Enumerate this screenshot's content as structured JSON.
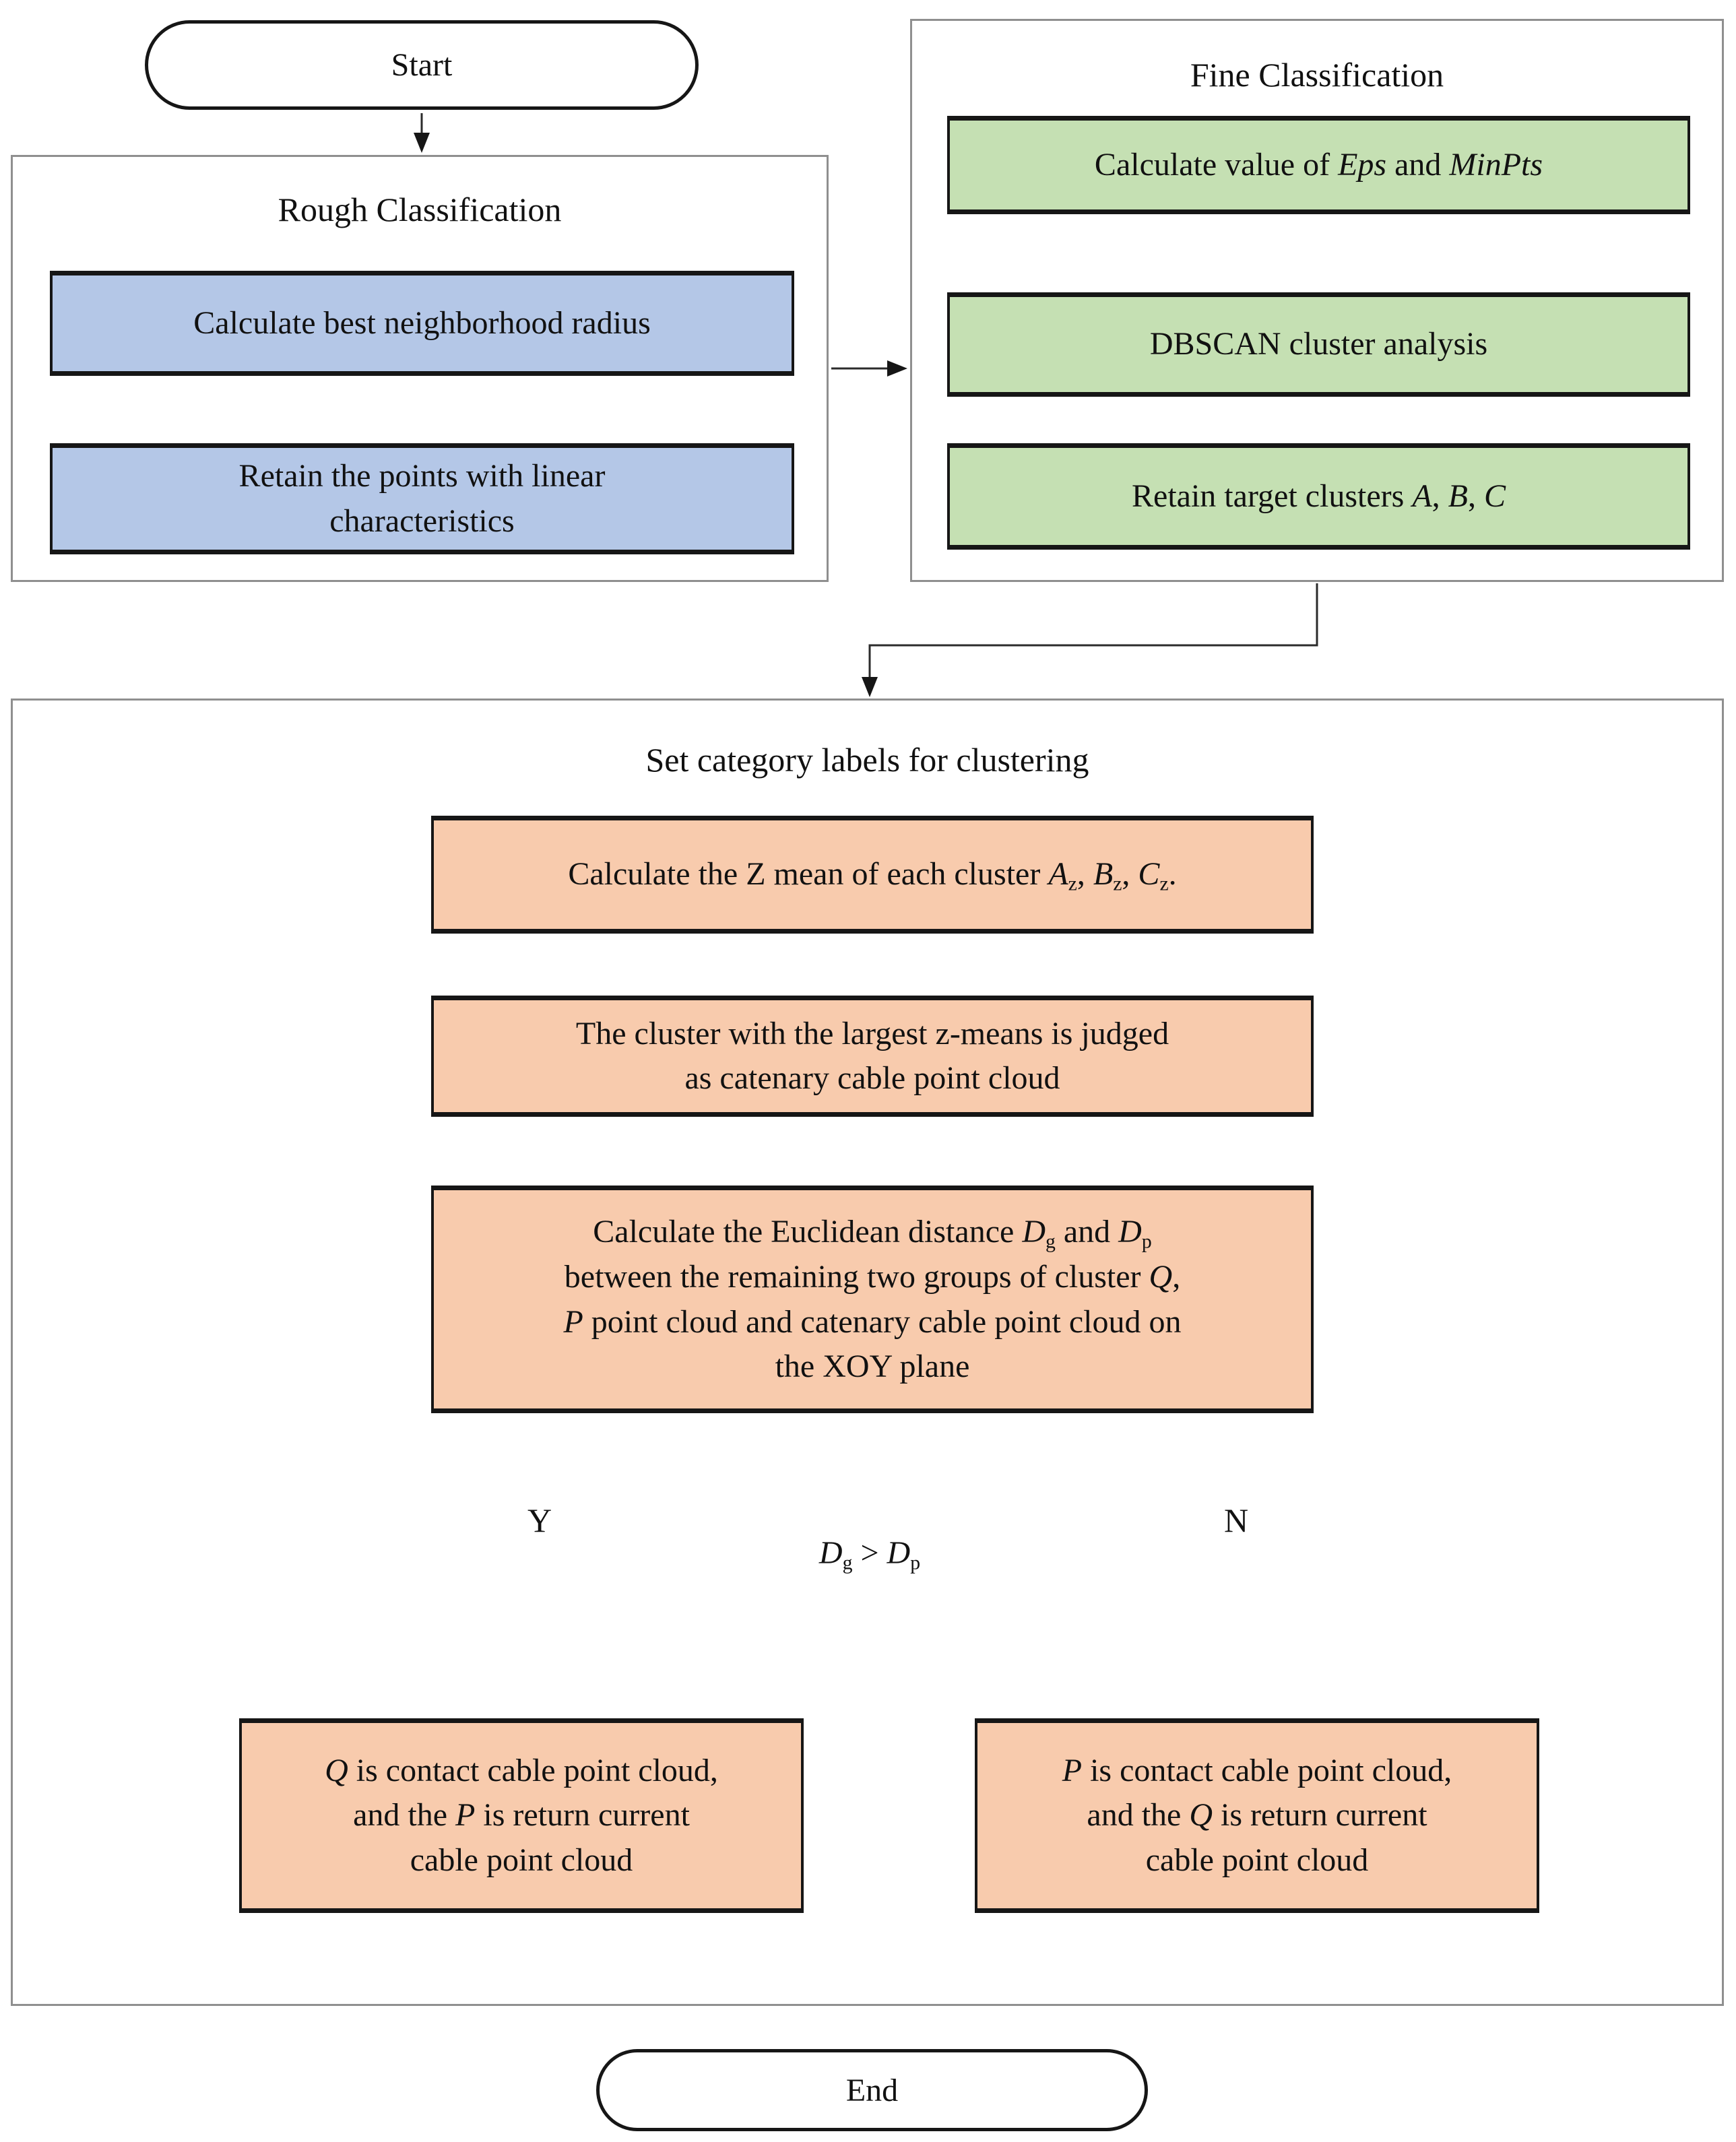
{
  "colors": {
    "blue": "#b4c7e7",
    "green": "#c5e0b3",
    "orange": "#f8cbad",
    "yellow": "#f9e49a",
    "container_border": "#8f8f8f",
    "ink": "#161616"
  },
  "nodes": {
    "start": {
      "label": "Start"
    },
    "end": {
      "label": "End"
    },
    "rough": {
      "title": "Rough Classification",
      "box1": [
        {
          "t": "Calculate best neighborhood radius"
        }
      ],
      "box2": [
        {
          "t": "Retain the points with linear"
        },
        {
          "br": 1
        },
        {
          "t": "characteristics"
        }
      ]
    },
    "fine": {
      "title": "Fine Classification",
      "box1": [
        {
          "t": "Calculate value of "
        },
        {
          "t": "Eps",
          "i": 1
        },
        {
          "t": " and "
        },
        {
          "t": "MinPts",
          "i": 1
        }
      ],
      "box2": [
        {
          "t": "DBSCAN cluster analysis"
        }
      ],
      "box3": [
        {
          "t": "Retain target clusters "
        },
        {
          "t": "A",
          "i": 1
        },
        {
          "t": ", "
        },
        {
          "t": "B",
          "i": 1
        },
        {
          "t": ", "
        },
        {
          "t": "C",
          "i": 1
        }
      ]
    },
    "cluster": {
      "title": "Set category labels for clustering",
      "step1": [
        {
          "t": "Calculate the Z mean of each cluster "
        },
        {
          "t": "A",
          "i": 1
        },
        {
          "t": "z",
          "sub": 1
        },
        {
          "t": ", "
        },
        {
          "t": "B",
          "i": 1
        },
        {
          "t": "z",
          "sub": 1
        },
        {
          "t": ", "
        },
        {
          "t": "C",
          "i": 1
        },
        {
          "t": "z",
          "sub": 1
        },
        {
          "t": "."
        }
      ],
      "step2": [
        {
          "t": "The cluster with the largest z-means is judged"
        },
        {
          "br": 1
        },
        {
          "t": "as catenary cable point cloud"
        }
      ],
      "step3": [
        {
          "t": "Calculate the Euclidean distance "
        },
        {
          "t": "D",
          "i": 1
        },
        {
          "t": "g",
          "sub": 1
        },
        {
          "t": " and  "
        },
        {
          "t": "D",
          "i": 1
        },
        {
          "t": "p",
          "sub": 1
        },
        {
          "br": 1
        },
        {
          "t": "between the remaining two groups of cluster "
        },
        {
          "t": "Q",
          "i": 1
        },
        {
          "t": ","
        },
        {
          "br": 1
        },
        {
          "t": "P",
          "i": 1
        },
        {
          "t": " point cloud and catenary cable point cloud on"
        },
        {
          "br": 1
        },
        {
          "t": "the XOY plane"
        }
      ],
      "decision": {
        "label": [
          {
            "t": "D",
            "i": 1
          },
          {
            "t": "g",
            "sub": 1
          },
          {
            "t": " > "
          },
          {
            "t": "D",
            "i": 1
          },
          {
            "t": "p",
            "sub": 1
          }
        ],
        "yes": "Y",
        "no": "N"
      },
      "outcome_yes": [
        {
          "t": "Q",
          "i": 1
        },
        {
          "t": " is contact cable point cloud,"
        },
        {
          "br": 1
        },
        {
          "t": "and the "
        },
        {
          "t": "P",
          "i": 1
        },
        {
          "t": " is return current"
        },
        {
          "br": 1
        },
        {
          "t": "cable point cloud"
        }
      ],
      "outcome_no": [
        {
          "t": "P",
          "i": 1
        },
        {
          "t": " is contact cable point cloud,"
        },
        {
          "br": 1
        },
        {
          "t": "and the "
        },
        {
          "t": "Q",
          "i": 1
        },
        {
          "t": " is return current"
        },
        {
          "br": 1
        },
        {
          "t": "cable point cloud"
        }
      ]
    }
  }
}
